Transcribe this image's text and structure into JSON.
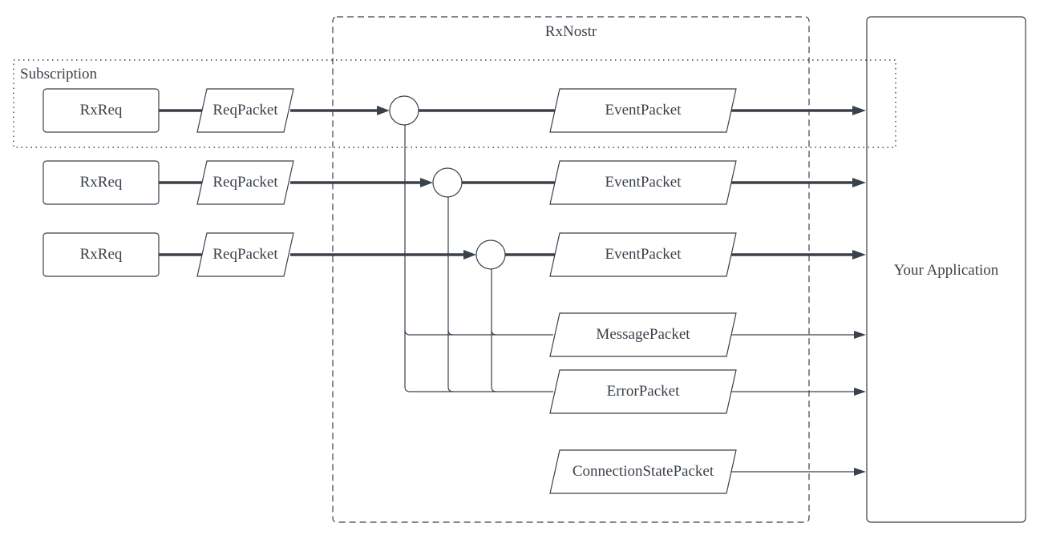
{
  "rxnostr": {
    "label": "RxNostr"
  },
  "subscription": {
    "label": "Subscription"
  },
  "application": {
    "label": "Your Application"
  },
  "rows": [
    {
      "rxreq": "RxReq",
      "reqpacket": "ReqPacket",
      "eventpacket": "EventPacket"
    },
    {
      "rxreq": "RxReq",
      "reqpacket": "ReqPacket",
      "eventpacket": "EventPacket"
    },
    {
      "rxreq": "RxReq",
      "reqpacket": "ReqPacket",
      "eventpacket": "EventPacket"
    }
  ],
  "message_packet": "MessagePacket",
  "error_packet": "ErrorPacket",
  "connection_state_packet": "ConnectionStatePacket",
  "colors": {
    "stroke": "#3a414a",
    "background": "#ffffff"
  }
}
